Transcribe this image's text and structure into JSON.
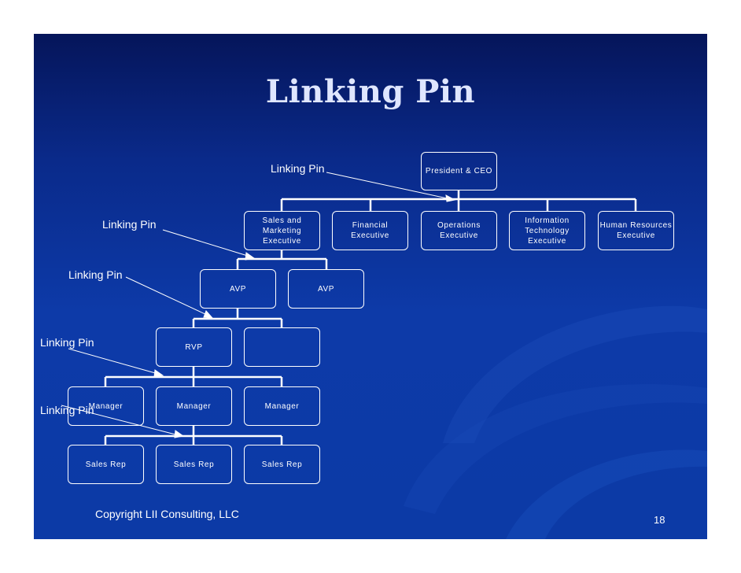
{
  "slide": {
    "title": "Linking Pin",
    "copyright": "Copyright LII Consulting, LLC",
    "page_number": "18"
  },
  "org_chart": {
    "ceo": "President & CEO",
    "executives": [
      "Sales and Marketing\nExecutive",
      "Financial\nExecutive",
      "Operations\nExecutive",
      "Information Technology\nExecutive",
      "Human Resources\nExecutive"
    ],
    "avps": [
      "AVP",
      "AVP"
    ],
    "rvps": [
      "RVP",
      ""
    ],
    "managers": [
      "Manager",
      "Manager",
      "Manager"
    ],
    "sales_reps": [
      "Sales Rep",
      "Sales Rep",
      "Sales Rep"
    ]
  },
  "linking_pin_labels": [
    "Linking Pin",
    "Linking Pin",
    "Linking Pin",
    "Linking Pin",
    "Linking Pin"
  ],
  "colors": {
    "background_top": "#05155a",
    "background_bottom": "#0c3aa6",
    "line": "#ffffff",
    "title": "#dfe6ff"
  }
}
